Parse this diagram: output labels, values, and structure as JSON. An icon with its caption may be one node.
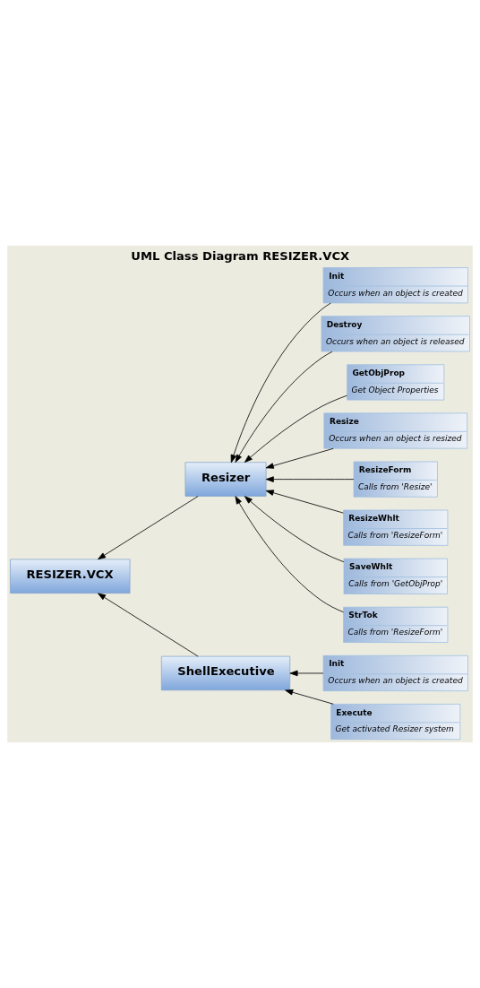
{
  "diagram": {
    "title": "UML Class Diagram RESIZER.VCX",
    "nodes": [
      {
        "text": [
          "RESIZER.VCX"
        ]
      },
      {
        "text": [
          "Resizer"
        ]
      },
      {
        "text": [
          "ShellExecutive"
        ]
      },
      {
        "text": [
          "Init",
          "Occurs when an object is created"
        ]
      },
      {
        "text": [
          "Destroy",
          "Occurs when an object is released"
        ]
      },
      {
        "text": [
          "GetObjProp",
          "Get Object Properties"
        ]
      },
      {
        "text": [
          "Resize",
          "Occurs when an object is resized"
        ]
      },
      {
        "text": [
          "ResizeForm",
          "Calls from 'Resize'"
        ]
      },
      {
        "text": [
          "ResizeWhlt",
          "Calls from 'ResizeForm'"
        ]
      },
      {
        "text": [
          "SaveWhlt",
          "Calls from 'GetObjProp'"
        ]
      },
      {
        "text": [
          "StrTok",
          "Calls from 'ResizeForm'"
        ]
      },
      {
        "text": [
          "Init",
          "Occurs when an object is created"
        ]
      },
      {
        "text": [
          "Execute",
          "Get activated Resizer system"
        ]
      }
    ],
    "edges": [
      {
        "from": 1,
        "to": 0,
        "arrow": "to"
      },
      {
        "from": 2,
        "to": 0,
        "arrow": "to"
      },
      {
        "from": 3,
        "to": 1,
        "arrow": "to"
      },
      {
        "from": 4,
        "to": 1,
        "arrow": "to"
      },
      {
        "from": 5,
        "to": 1,
        "arrow": "to"
      },
      {
        "from": 6,
        "to": 1,
        "arrow": "to"
      },
      {
        "from": 7,
        "to": 1,
        "arrow": "to"
      },
      {
        "from": 8,
        "to": 1,
        "arrow": "to"
      },
      {
        "from": 9,
        "to": 1,
        "arrow": "to"
      },
      {
        "from": 10,
        "to": 1,
        "arrow": "to"
      },
      {
        "from": 11,
        "to": 2,
        "arrow": "to"
      },
      {
        "from": 12,
        "to": 2,
        "arrow": "to"
      }
    ]
  }
}
